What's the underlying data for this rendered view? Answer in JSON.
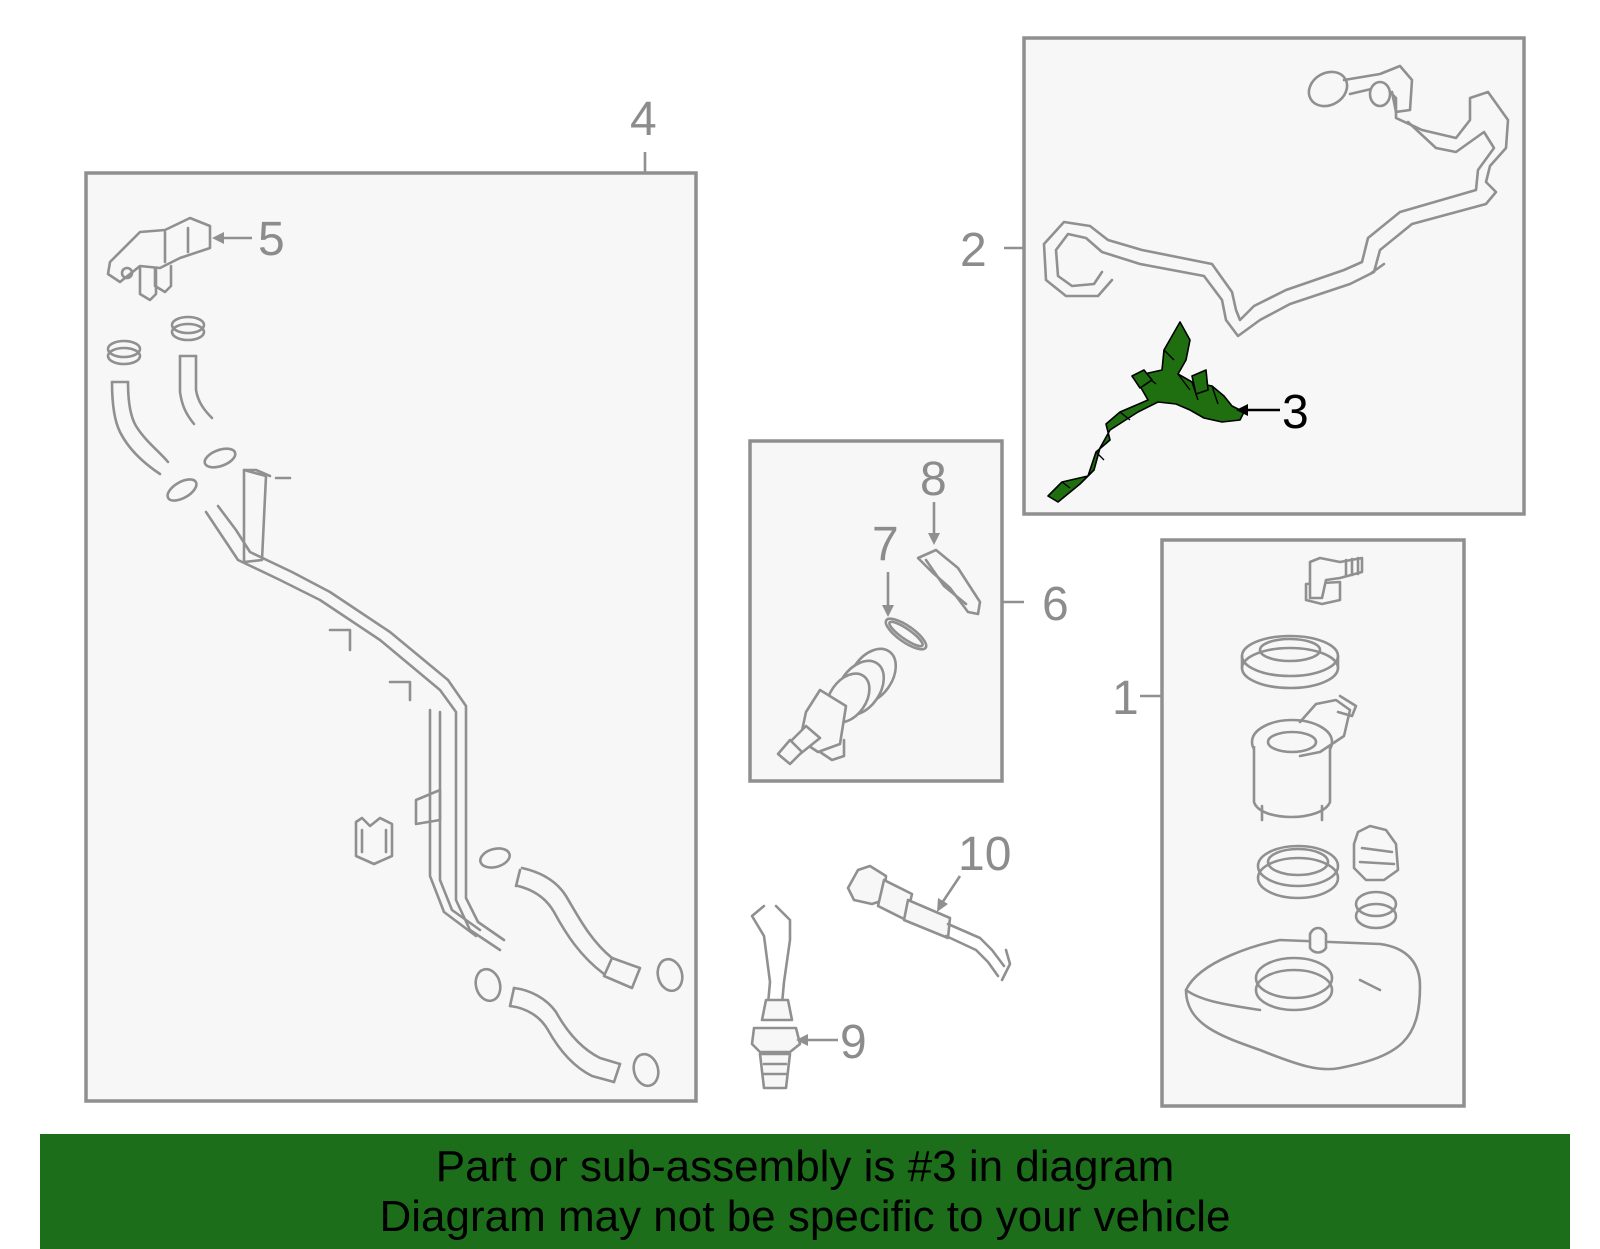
{
  "callouts": {
    "c1": "1",
    "c2": "2",
    "c3": "3",
    "c4": "4",
    "c5": "5",
    "c6": "6",
    "c7": "7",
    "c8": "8",
    "c9": "9",
    "c10": "10"
  },
  "highlighted_part": "3",
  "colors": {
    "highlight": "#1f6e10",
    "banner": "#1d6e1a",
    "line": "#909090",
    "box_fill": "#f7f7f7"
  },
  "banner": {
    "line1": "Part or sub-assembly is #3 in diagram",
    "line2": "Diagram may not be specific to your vehicle"
  }
}
